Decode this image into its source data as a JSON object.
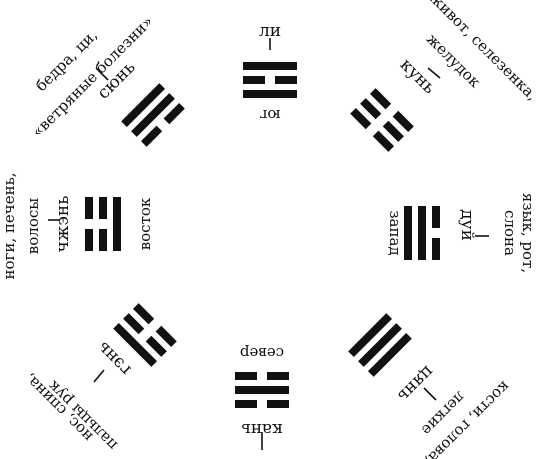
{
  "trigrams": [
    {
      "id": "li",
      "name": "ли",
      "direction": "юг",
      "body": [
        "",
        ""
      ],
      "lines": [
        1,
        0,
        1
      ]
    },
    {
      "id": "kun",
      "name": "кунь",
      "direction": "",
      "body": [
        "живот, селезенка,",
        "желудок"
      ],
      "lines": [
        0,
        0,
        0
      ]
    },
    {
      "id": "dui",
      "name": "дуй",
      "direction": "запад",
      "body": [
        "язык, рот,",
        "слона"
      ],
      "lines": [
        0,
        1,
        1
      ]
    },
    {
      "id": "qian",
      "name": "цянь",
      "direction": "",
      "body": [
        "кости, голова,",
        "легкие"
      ],
      "lines": [
        1,
        1,
        1
      ]
    },
    {
      "id": "kan",
      "name": "кань",
      "direction": "север",
      "body": [
        "",
        ""
      ],
      "lines": [
        0,
        1,
        0
      ]
    },
    {
      "id": "gen",
      "name": "гэнь",
      "direction": "",
      "body": [
        "нос, спина,",
        "пальцы рук"
      ],
      "lines": [
        1,
        0,
        0
      ]
    },
    {
      "id": "zhen",
      "name": "чжэнь",
      "direction": "восток",
      "body": [
        "ноги, печень,",
        "волосы"
      ],
      "lines": [
        0,
        0,
        1
      ]
    },
    {
      "id": "xun",
      "name": "сюнь",
      "direction": "",
      "body": [
        "бедра, ци,",
        "«ветряные болезни»"
      ],
      "lines": [
        1,
        1,
        0
      ]
    }
  ]
}
